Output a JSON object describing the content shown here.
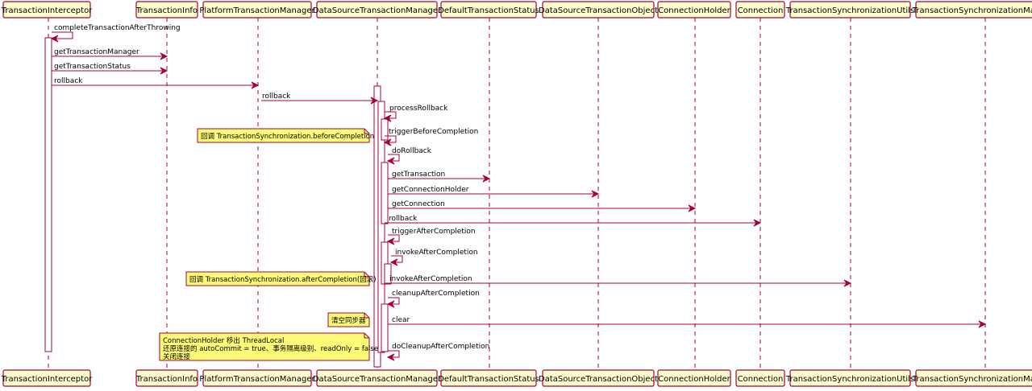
{
  "colors": {
    "line": "#A80036",
    "participant_fill": "#FEFECE",
    "note_fill": "#FBFB77",
    "note_border": "#A80036",
    "activation_fill": "#FFFFFF"
  },
  "participants": [
    {
      "id": "ti",
      "label": "TransactionInterceptor"
    },
    {
      "id": "tinfo",
      "label": "TransactionInfo"
    },
    {
      "id": "ptm",
      "label": "PlatformTransactionManager"
    },
    {
      "id": "dstm",
      "label": "DataSourceTransactionManager"
    },
    {
      "id": "dts",
      "label": "DefaultTransactionStatus"
    },
    {
      "id": "dsto",
      "label": "DataSourceTransactionObject"
    },
    {
      "id": "ch",
      "label": "ConnectionHolder"
    },
    {
      "id": "conn",
      "label": "Connection"
    },
    {
      "id": "tsu",
      "label": "TransactionSynchronizationUtils"
    },
    {
      "id": "tsm",
      "label": "TransactionSynchronizationMan"
    }
  ],
  "messages": [
    {
      "label": "completeTransactionAfterThrowing"
    },
    {
      "label": "getTransactionManager"
    },
    {
      "label": "getTransactionStatus"
    },
    {
      "label": "rollback"
    },
    {
      "label": "rollback"
    },
    {
      "label": "processRollback"
    },
    {
      "label": "triggerBeforeCompletion"
    },
    {
      "label": "doRollback"
    },
    {
      "label": "getTransaction"
    },
    {
      "label": "getConnectionHolder"
    },
    {
      "label": "getConnection"
    },
    {
      "label": "rollback"
    },
    {
      "label": "triggerAfterCompletion"
    },
    {
      "label": "invokeAfterCompletion"
    },
    {
      "label": "invokeAfterCompletion"
    },
    {
      "label": "cleanupAfterCompletion"
    },
    {
      "label": "clear"
    },
    {
      "label": "doCleanupAfterCompletion"
    }
  ],
  "notes": [
    {
      "lines": [
        "回调 TransactionSynchronization.beforeCompletion"
      ]
    },
    {
      "lines": [
        "回调 TransactionSynchronization.afterCompletion(回滚)"
      ]
    },
    {
      "lines": [
        "清空同步器"
      ]
    },
    {
      "lines": [
        "ConnectionHolder 移出 ThreadLocal",
        "还原连接的 autoCommit = true、事务隔离级别、readOnly = false",
        "关闭连接"
      ]
    }
  ]
}
